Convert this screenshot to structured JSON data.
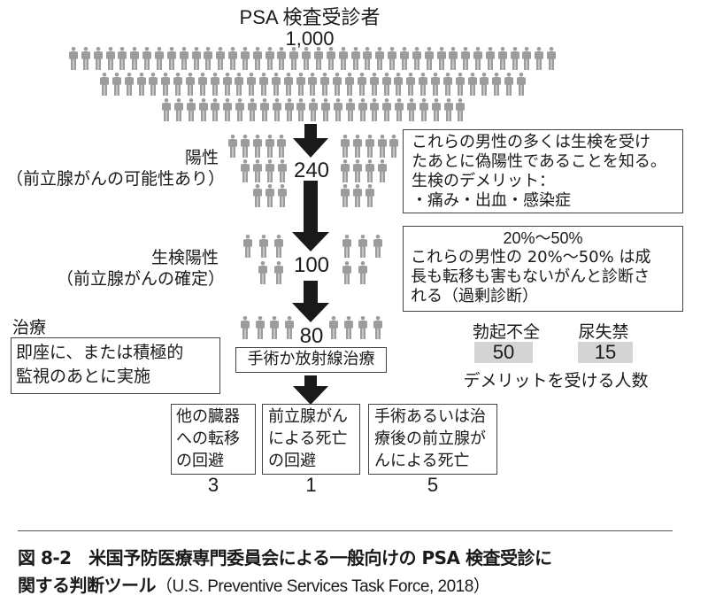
{
  "colors": {
    "figure_gray": "#9c9c9c",
    "arrow": "#1a1a1a",
    "box_border": "#444444",
    "value_bg": "#d4d4d4"
  },
  "top": {
    "title": "PSA 検査受診者",
    "count": "1,000",
    "figure_icon": "person-icon"
  },
  "stages": [
    {
      "label": "陽性",
      "sublabel": "（前立腺がんの可能性あり）",
      "count": "240",
      "note_lines": [
        "これらの男性の多くは生検を受け",
        "たあとに偽陽性であることを知る。",
        "生検のデメリット：",
        "・痛み・出血・感染症"
      ]
    },
    {
      "label": "生検陽性",
      "sublabel": "（前立腺がんの確定）",
      "count": "100",
      "note_title": "20%〜50%",
      "note_lines": [
        "これらの男性の 20%〜50% は成",
        "長も転移も害もないがんと診断さ",
        "れる（過剰診断）"
      ]
    },
    {
      "label": "治療",
      "timing_lines": [
        "即座に、または積極的",
        "監視のあとに実施"
      ],
      "count": "80",
      "treatment": "手術か放射線治療"
    }
  ],
  "harms": {
    "items": [
      {
        "label": "勃起不全",
        "value": "50"
      },
      {
        "label": "尿失禁",
        "value": "15"
      }
    ],
    "caption": "デメリットを受ける人数"
  },
  "outcomes": [
    {
      "lines": [
        "他の臓器",
        "への転移",
        "の回避"
      ],
      "value": "3"
    },
    {
      "lines": [
        "前立腺がん",
        "による死亡",
        "の回避"
      ],
      "value": "1"
    },
    {
      "lines": [
        "手術あるいは治",
        "療後の前立腺が",
        "んによる死亡"
      ],
      "value": "5"
    }
  ],
  "caption": {
    "line1": "図 8-2　米国予防医療専門委員会による一般向けの PSA 検査受診に",
    "line2_main": "関する判断ツール",
    "line2_source": "（U.S. Preventive Services Task Force, 2018）"
  }
}
